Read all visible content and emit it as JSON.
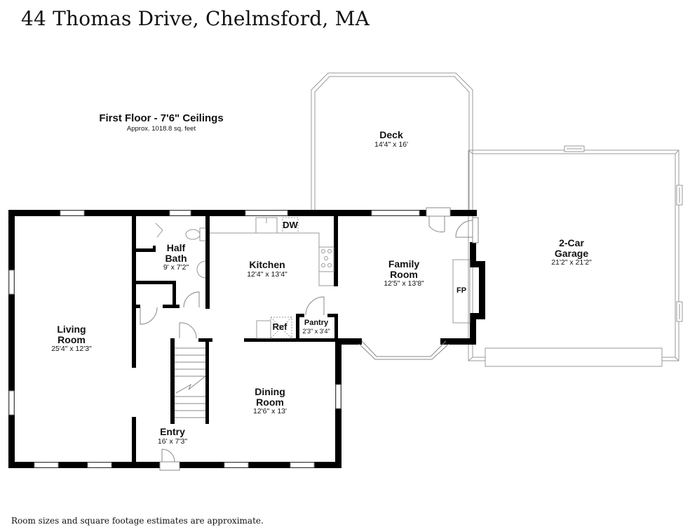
{
  "header": {
    "address": "44 Thomas Drive, Chelmsford, MA"
  },
  "floor": {
    "title": "First Floor - 7'6\" Ceilings",
    "area": "Approx. 1018.8 sq. feet"
  },
  "rooms": {
    "living": {
      "name_line1": "Living",
      "name_line2": "Room",
      "dims": "25'4\" x 12'3\""
    },
    "half_bath": {
      "name_line1": "Half",
      "name_line2": "Bath",
      "dims": "9' x 7'2\""
    },
    "kitchen": {
      "name": "Kitchen",
      "dims": "12'4\" x 13'4\""
    },
    "family": {
      "name_line1": "Family",
      "name_line2": "Room",
      "dims": "12'5\" x 13'8\""
    },
    "deck": {
      "name": "Deck",
      "dims": "14'4\" x 16'"
    },
    "garage": {
      "name_line1": "2-Car",
      "name_line2": "Garage",
      "dims": "21'2\" x 21'2\""
    },
    "pantry": {
      "name": "Pantry",
      "dims": "2'3\" x 3'4\""
    },
    "dining": {
      "name_line1": "Dining",
      "name_line2": "Room",
      "dims": "12'6\" x 13'"
    },
    "entry": {
      "name": "Entry",
      "dims": "16' x 7'3\""
    }
  },
  "fixtures": {
    "dishwasher": "DW",
    "refrigerator": "Ref",
    "fireplace": "FP"
  },
  "footer": {
    "disclaimer": "Room sizes and square footage estimates are approximate."
  },
  "colors": {
    "wall": "#000000",
    "outline": "#999999",
    "window": "#cccccc"
  }
}
